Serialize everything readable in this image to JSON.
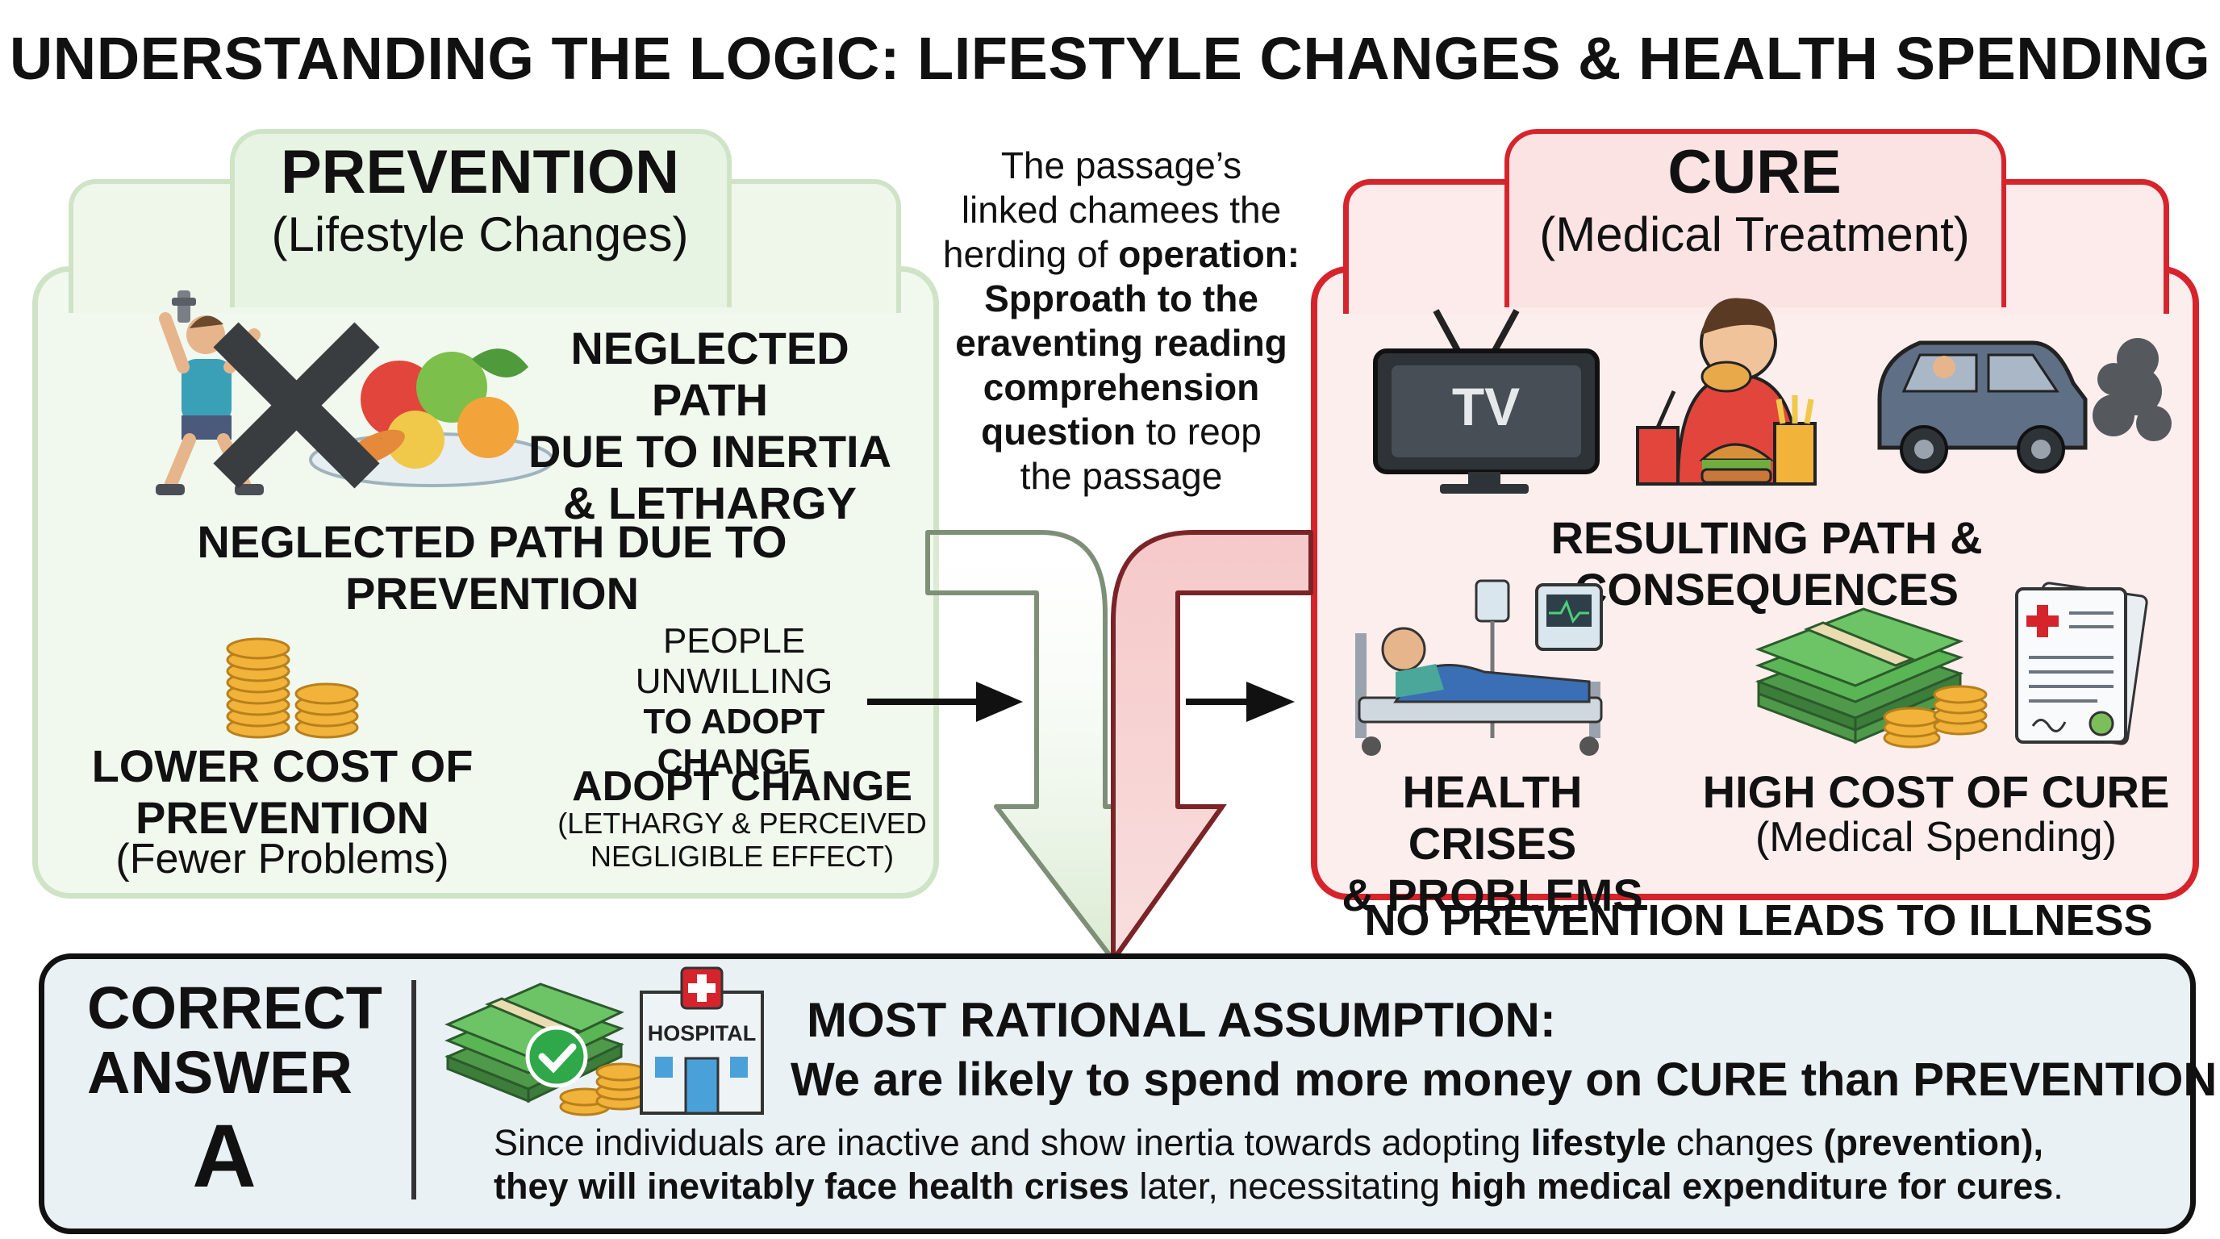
{
  "title": "UNDERSTANDING THE LOGIC: LIFESTYLE CHANGES & HEALTH SPENDING",
  "prevention": {
    "heading": "PREVENTION",
    "subheading": "(Lifestyle Changes)",
    "neglected_inertia": [
      "NEGLECTED PATH",
      "DUE TO INERTIA",
      "& LETHARGY"
    ],
    "neglected_prevention": "NEGLECTED PATH DUE TO PREVENTION",
    "lower_cost": [
      "LOWER COST OF",
      "PREVENTION"
    ],
    "lower_cost_sub": "(Fewer Problems)",
    "unwilling": [
      "PEOPLE UNWILLING",
      "TO ADOPT",
      "CHANGE"
    ],
    "adopt": "ADOPT CHANGE",
    "adopt_sub": [
      "(LETHARGY & PERCEIVED",
      "NEGLIGIBLE EFFECT)"
    ]
  },
  "middle": {
    "line1": "The passage’s",
    "line2": "linked chamees the",
    "line3_plain": "herding of ",
    "line3_bold": "operation:",
    "line4": "Spproath to the",
    "line5": "eraventing reading",
    "line6": "comprehension",
    "line7_bold": "question",
    "line7_plain": " to reop",
    "line8": "the passage"
  },
  "cure": {
    "heading": "CURE",
    "subheading": "(Medical Treatment)",
    "tv_label": "TV",
    "resulting": "RESULTING PATH & CONSEQUENCES",
    "crises": [
      "HEALTH CRISES",
      "& PROBLEMS"
    ],
    "high_cost": "HIGH COST OF CURE",
    "high_cost_sub": "(Medical Spending)",
    "no_prevention": "NO PREVENTION LEADS TO ILLNESS"
  },
  "answer": {
    "label_line1": "CORRECT",
    "label_line2": "ANSWER",
    "letter": "A",
    "hospital_label": "HOSPITAL",
    "assumption_title": "MOST RATIONAL ASSUMPTION:",
    "assumption_statement": "We are likely to spend more money on CURE than PREVENTION",
    "exp_p1": "Since individuals are inactive and show inertia towards adopting ",
    "exp_b1": "lifestyle",
    "exp_p2": " changes ",
    "exp_b2": "(prevention),",
    "exp_b3": "they will inevitably face health crises",
    "exp_p3": " later, necessitating ",
    "exp_b4": "high medical expenditure for cures",
    "exp_p4": "."
  },
  "colors": {
    "green_border": "#cfe4c6",
    "green_fill": "#f1f8ee",
    "red_border": "#d6242c",
    "red_fill": "#fdeeee",
    "answer_fill": "#e9f1f5"
  }
}
